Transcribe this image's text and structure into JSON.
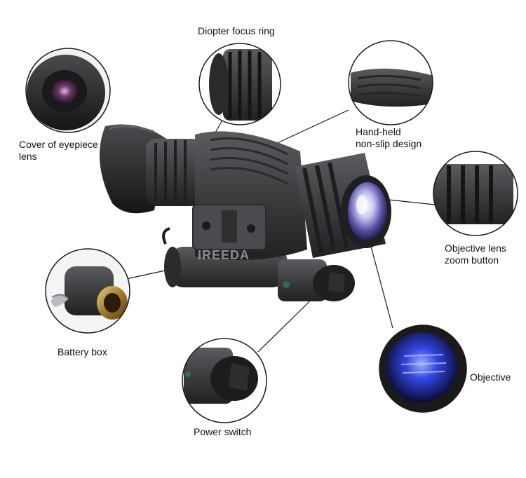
{
  "brand_text": "IREEDA",
  "callouts": {
    "diopter": "Diopter focus ring",
    "eyepiece_cover_line1": "Cover of eyepiece",
    "eyepiece_cover_line2": "lens",
    "handheld_line1": "Hand-held",
    "handheld_line2": "non-slip design",
    "objective_zoom_line1": "Objective lens",
    "objective_zoom_line2": "zoom button",
    "battery_box": "Battery box",
    "objective": "Objective",
    "power_switch": "Power switch"
  },
  "colors": {
    "body": "#3c3d3f",
    "body_dark": "#232425",
    "leader": "#1a1a1a",
    "lens_blue": "#2a3cc8",
    "lens_purple": "#6b4a8c",
    "brass": "#b08a3a"
  }
}
